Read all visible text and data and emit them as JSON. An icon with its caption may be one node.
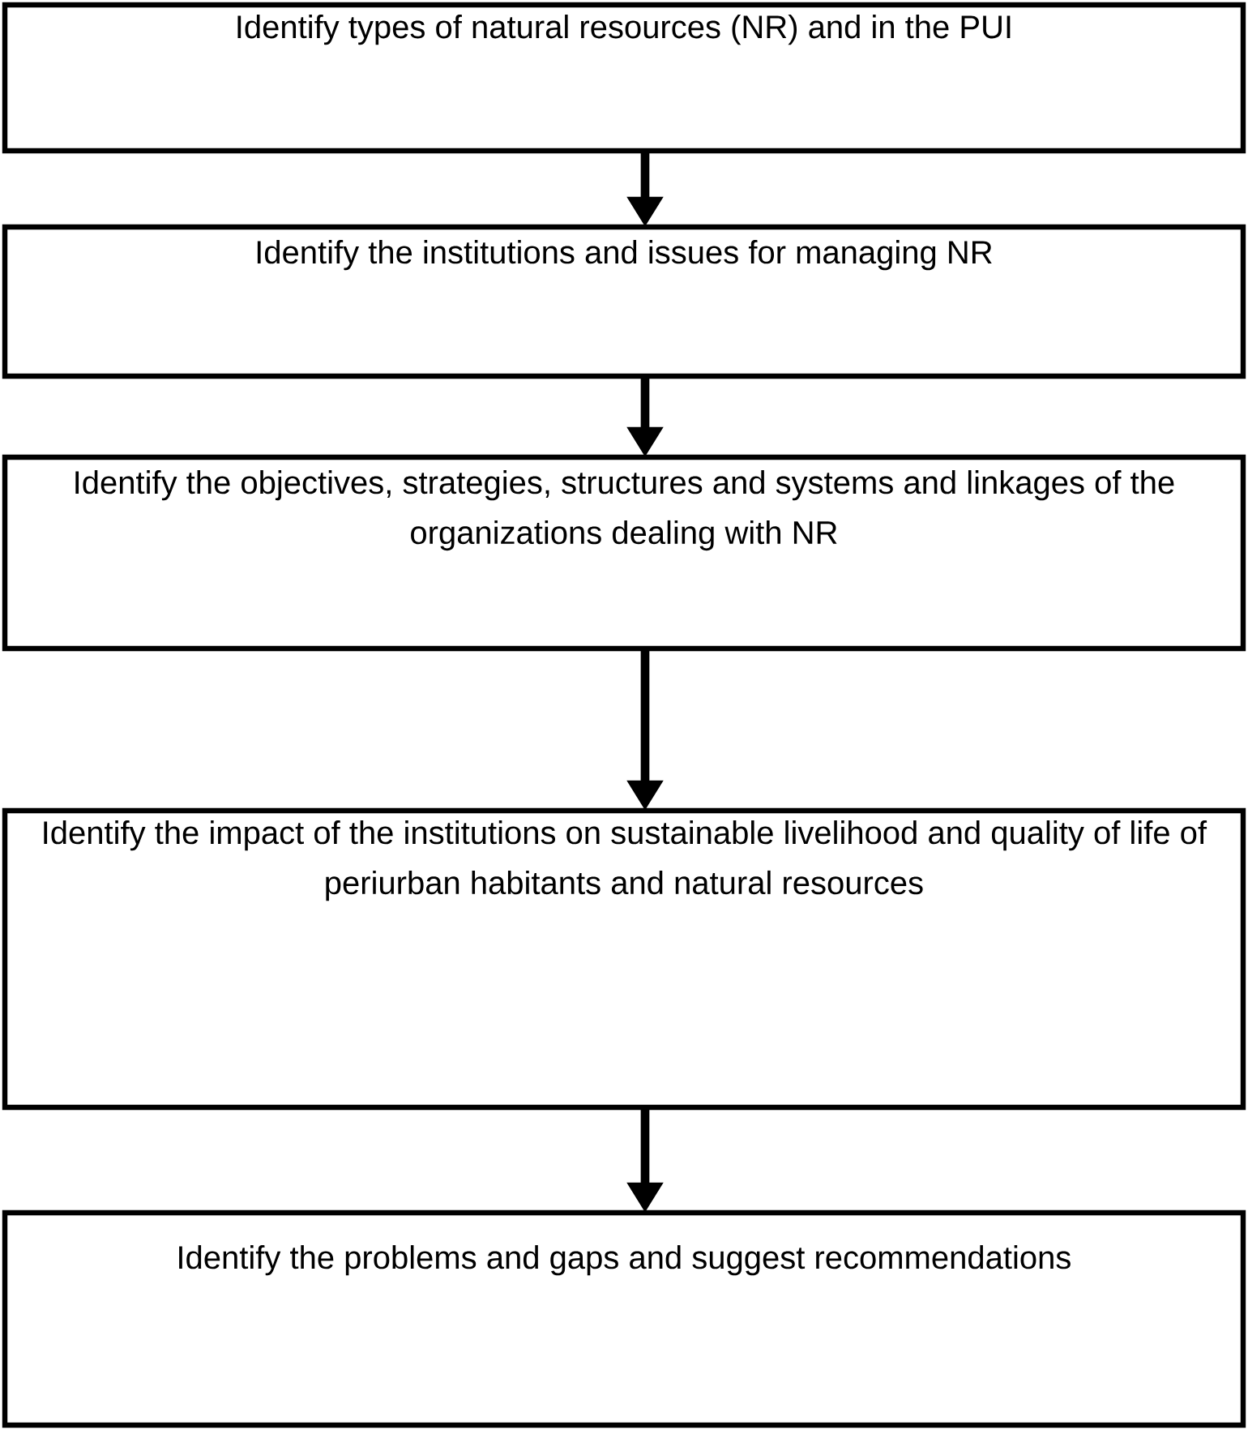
{
  "diagram": {
    "nodes": [
      {
        "text": [
          "Identify types of natural resources (NR) and in the PUI"
        ]
      },
      {
        "text": [
          "Identify the institutions and issues for managing NR"
        ]
      },
      {
        "text": [
          "Identify the objectives, strategies, structures and systems and linkages of the organizations dealing with NR"
        ]
      },
      {
        "text": [
          "Identify the impact of the institutions on sustainable livelihood and quality of life of periurban habitants and natural resources"
        ]
      },
      {
        "text": [
          "Identify the problems and gaps and suggest recommendations"
        ]
      }
    ],
    "edges": [
      {
        "from": 0,
        "to": 1,
        "arrow": "to"
      },
      {
        "from": 1,
        "to": 2,
        "arrow": "to"
      },
      {
        "from": 2,
        "to": 3,
        "arrow": "to"
      },
      {
        "from": 3,
        "to": 4,
        "arrow": "to"
      }
    ]
  }
}
